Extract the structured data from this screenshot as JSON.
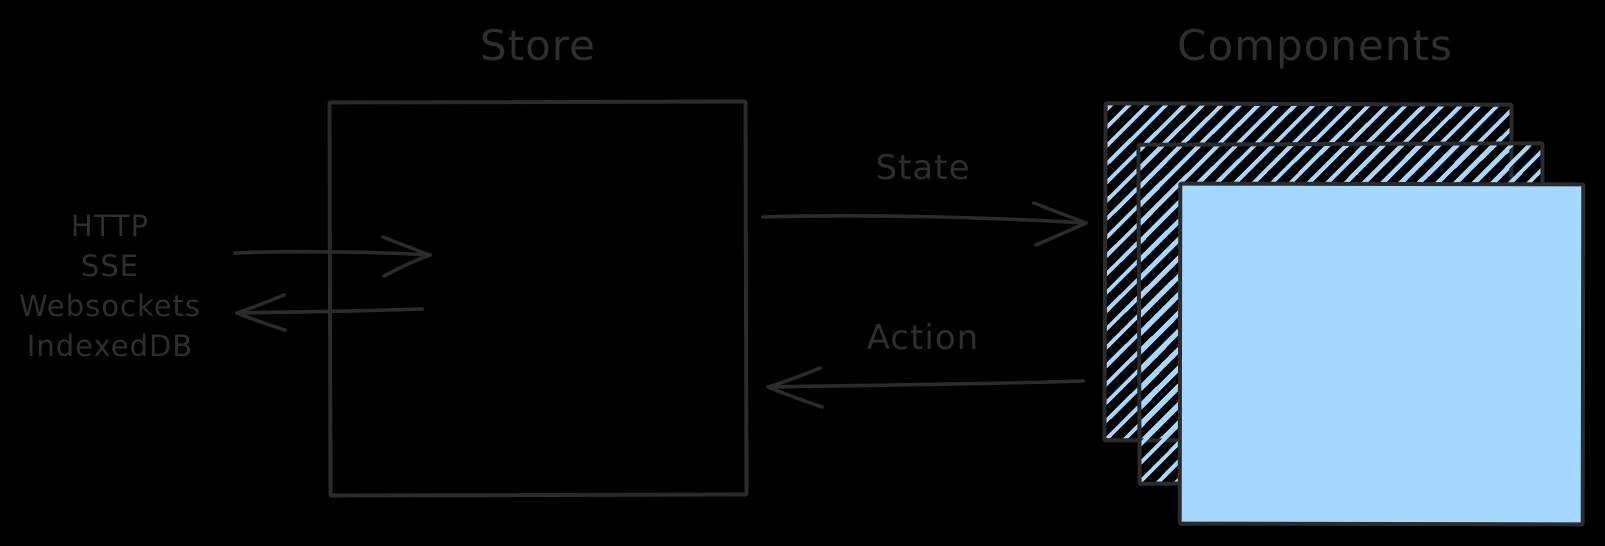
{
  "colors": {
    "bg": "#000000",
    "stroke": "#2b2b2b",
    "text": "#2e2e2e",
    "blue": "#a5d8ff"
  },
  "store": {
    "title": "Store"
  },
  "components": {
    "title": "Components",
    "stack_count": 3
  },
  "flows": {
    "state_label": "State",
    "action_label": "Action"
  },
  "transports": {
    "items": [
      "HTTP",
      "SSE",
      "Websockets",
      "IndexedDB"
    ]
  }
}
